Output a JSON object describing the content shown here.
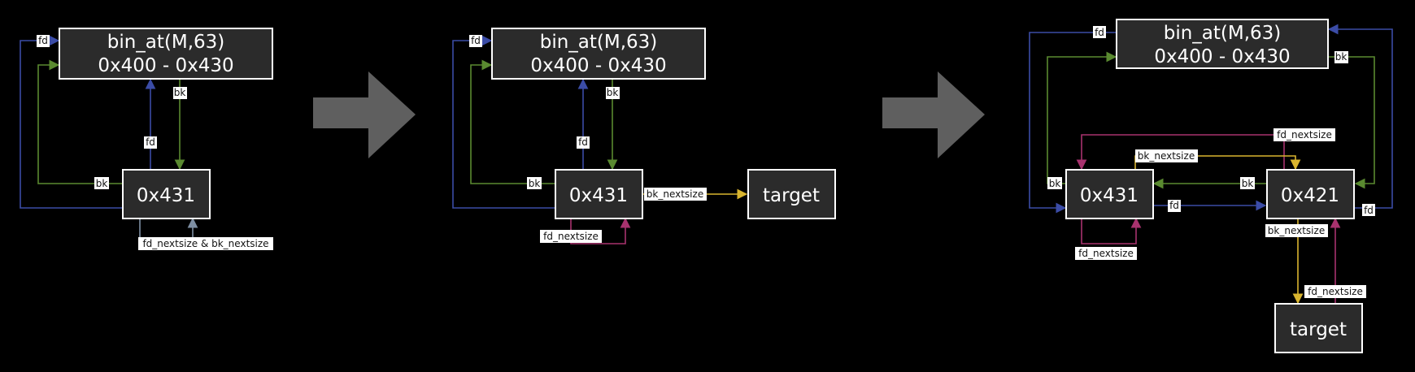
{
  "panels": [
    {
      "bin_title": "bin_at(M,63)",
      "bin_range": "0x400 - 0x430",
      "nodes": [
        "0x431"
      ],
      "edge_labels": {
        "fd_top": "fd",
        "bk_top": "bk",
        "fd_mid": "fd",
        "bk_side": "bk",
        "nextsize": "fd_nextsize & bk_nextsize"
      }
    },
    {
      "bin_title": "bin_at(M,63)",
      "bin_range": "0x400 - 0x430",
      "nodes": [
        "0x431",
        "target"
      ],
      "edge_labels": {
        "fd_top": "fd",
        "bk_top": "bk",
        "fd_mid": "fd",
        "bk_side": "bk",
        "bk_nextsize": "bk_nextsize",
        "fd_nextsize": "fd_nextsize"
      }
    },
    {
      "bin_title": "bin_at(M,63)",
      "bin_range": "0x400 - 0x430",
      "nodes": [
        "0x431",
        "0x421",
        "target"
      ],
      "edge_labels": {
        "fd_top": "fd",
        "bk_right": "bk",
        "fd_nextsize_top": "fd_nextsize",
        "bk_nextsize_top": "bk_nextsize",
        "bk_left": "bk",
        "bk_mid": "bk",
        "fd_mid": "fd",
        "fd_right": "fd",
        "fd_nextsize_left": "fd_nextsize",
        "bk_nextsize_right": "bk_nextsize",
        "fd_nextsize_right": "fd_nextsize"
      }
    }
  ],
  "colors": {
    "fd": "#3b4ca6",
    "bk": "#5a8a30",
    "fd_nextsize": "#a8326e",
    "bk_nextsize": "#d9b52f",
    "combined": "#7e8fa3",
    "transition_arrow": "#5f5f5f"
  }
}
